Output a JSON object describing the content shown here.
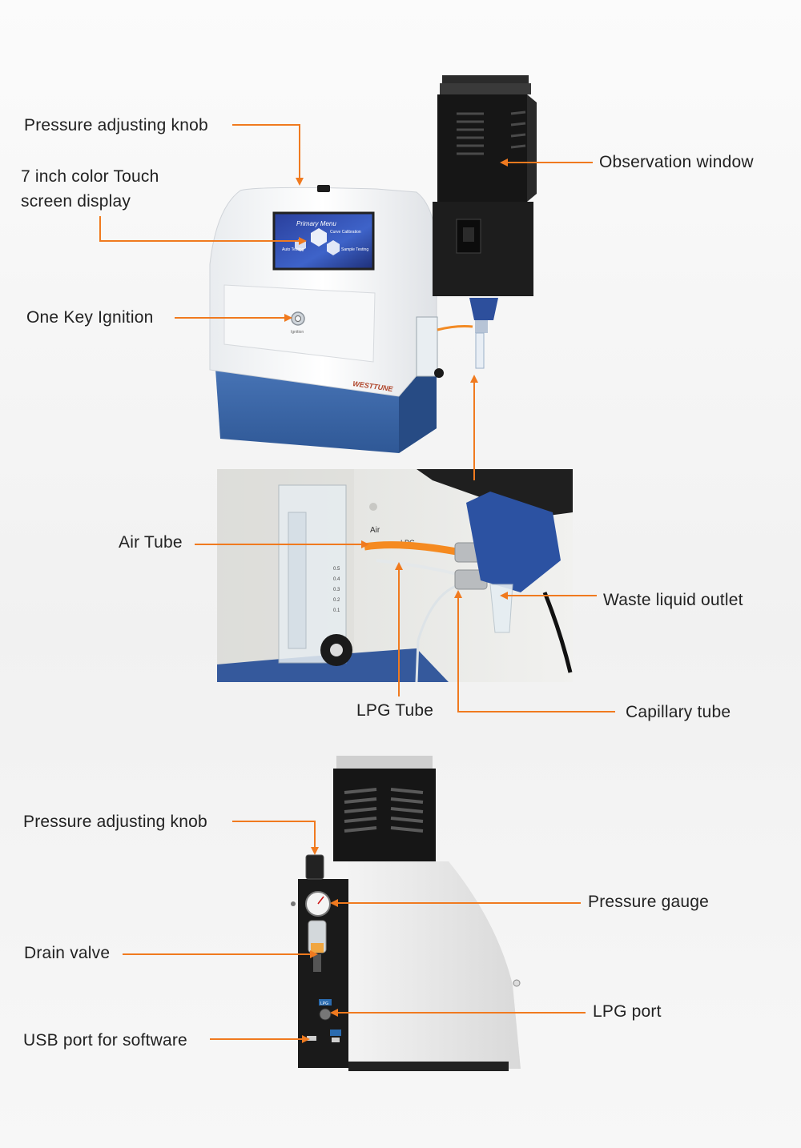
{
  "front_view": {
    "screen": {
      "menu_title": "Primary Menu",
      "items": [
        "Curve Calibration",
        "Sample Testing",
        "Auto Testing"
      ]
    },
    "ignition_caption": "Ignition",
    "brand": "WESTTUNE",
    "labels": {
      "pressure_knob": "Pressure adjusting knob",
      "touch_screen": "7 inch color Touch\nscreen display",
      "ignition": "One Key Ignition",
      "observation_window": "Observation window"
    }
  },
  "detail_view": {
    "port_air": "Air",
    "port_lpg": "LPG",
    "flowmeter_scale": [
      "0.5",
      "0.4",
      "0.3",
      "0.2",
      "0.1"
    ],
    "labels": {
      "air_tube": "Air Tube",
      "waste_outlet": "Waste liquid outlet",
      "lpg_tube": "LPG Tube",
      "capillary_tube": "Capillary tube"
    }
  },
  "side_view": {
    "lpg_tag": "LPG",
    "labels": {
      "pressure_knob": "Pressure adjusting knob",
      "pressure_gauge": "Pressure gauge",
      "drain_valve": "Drain valve",
      "lpg_port": "LPG port",
      "usb_port": "USB port for software"
    }
  },
  "colors": {
    "leader": "#f07a1f",
    "base_blue": "#3a66a8",
    "housing_black": "#1b1b1b"
  }
}
